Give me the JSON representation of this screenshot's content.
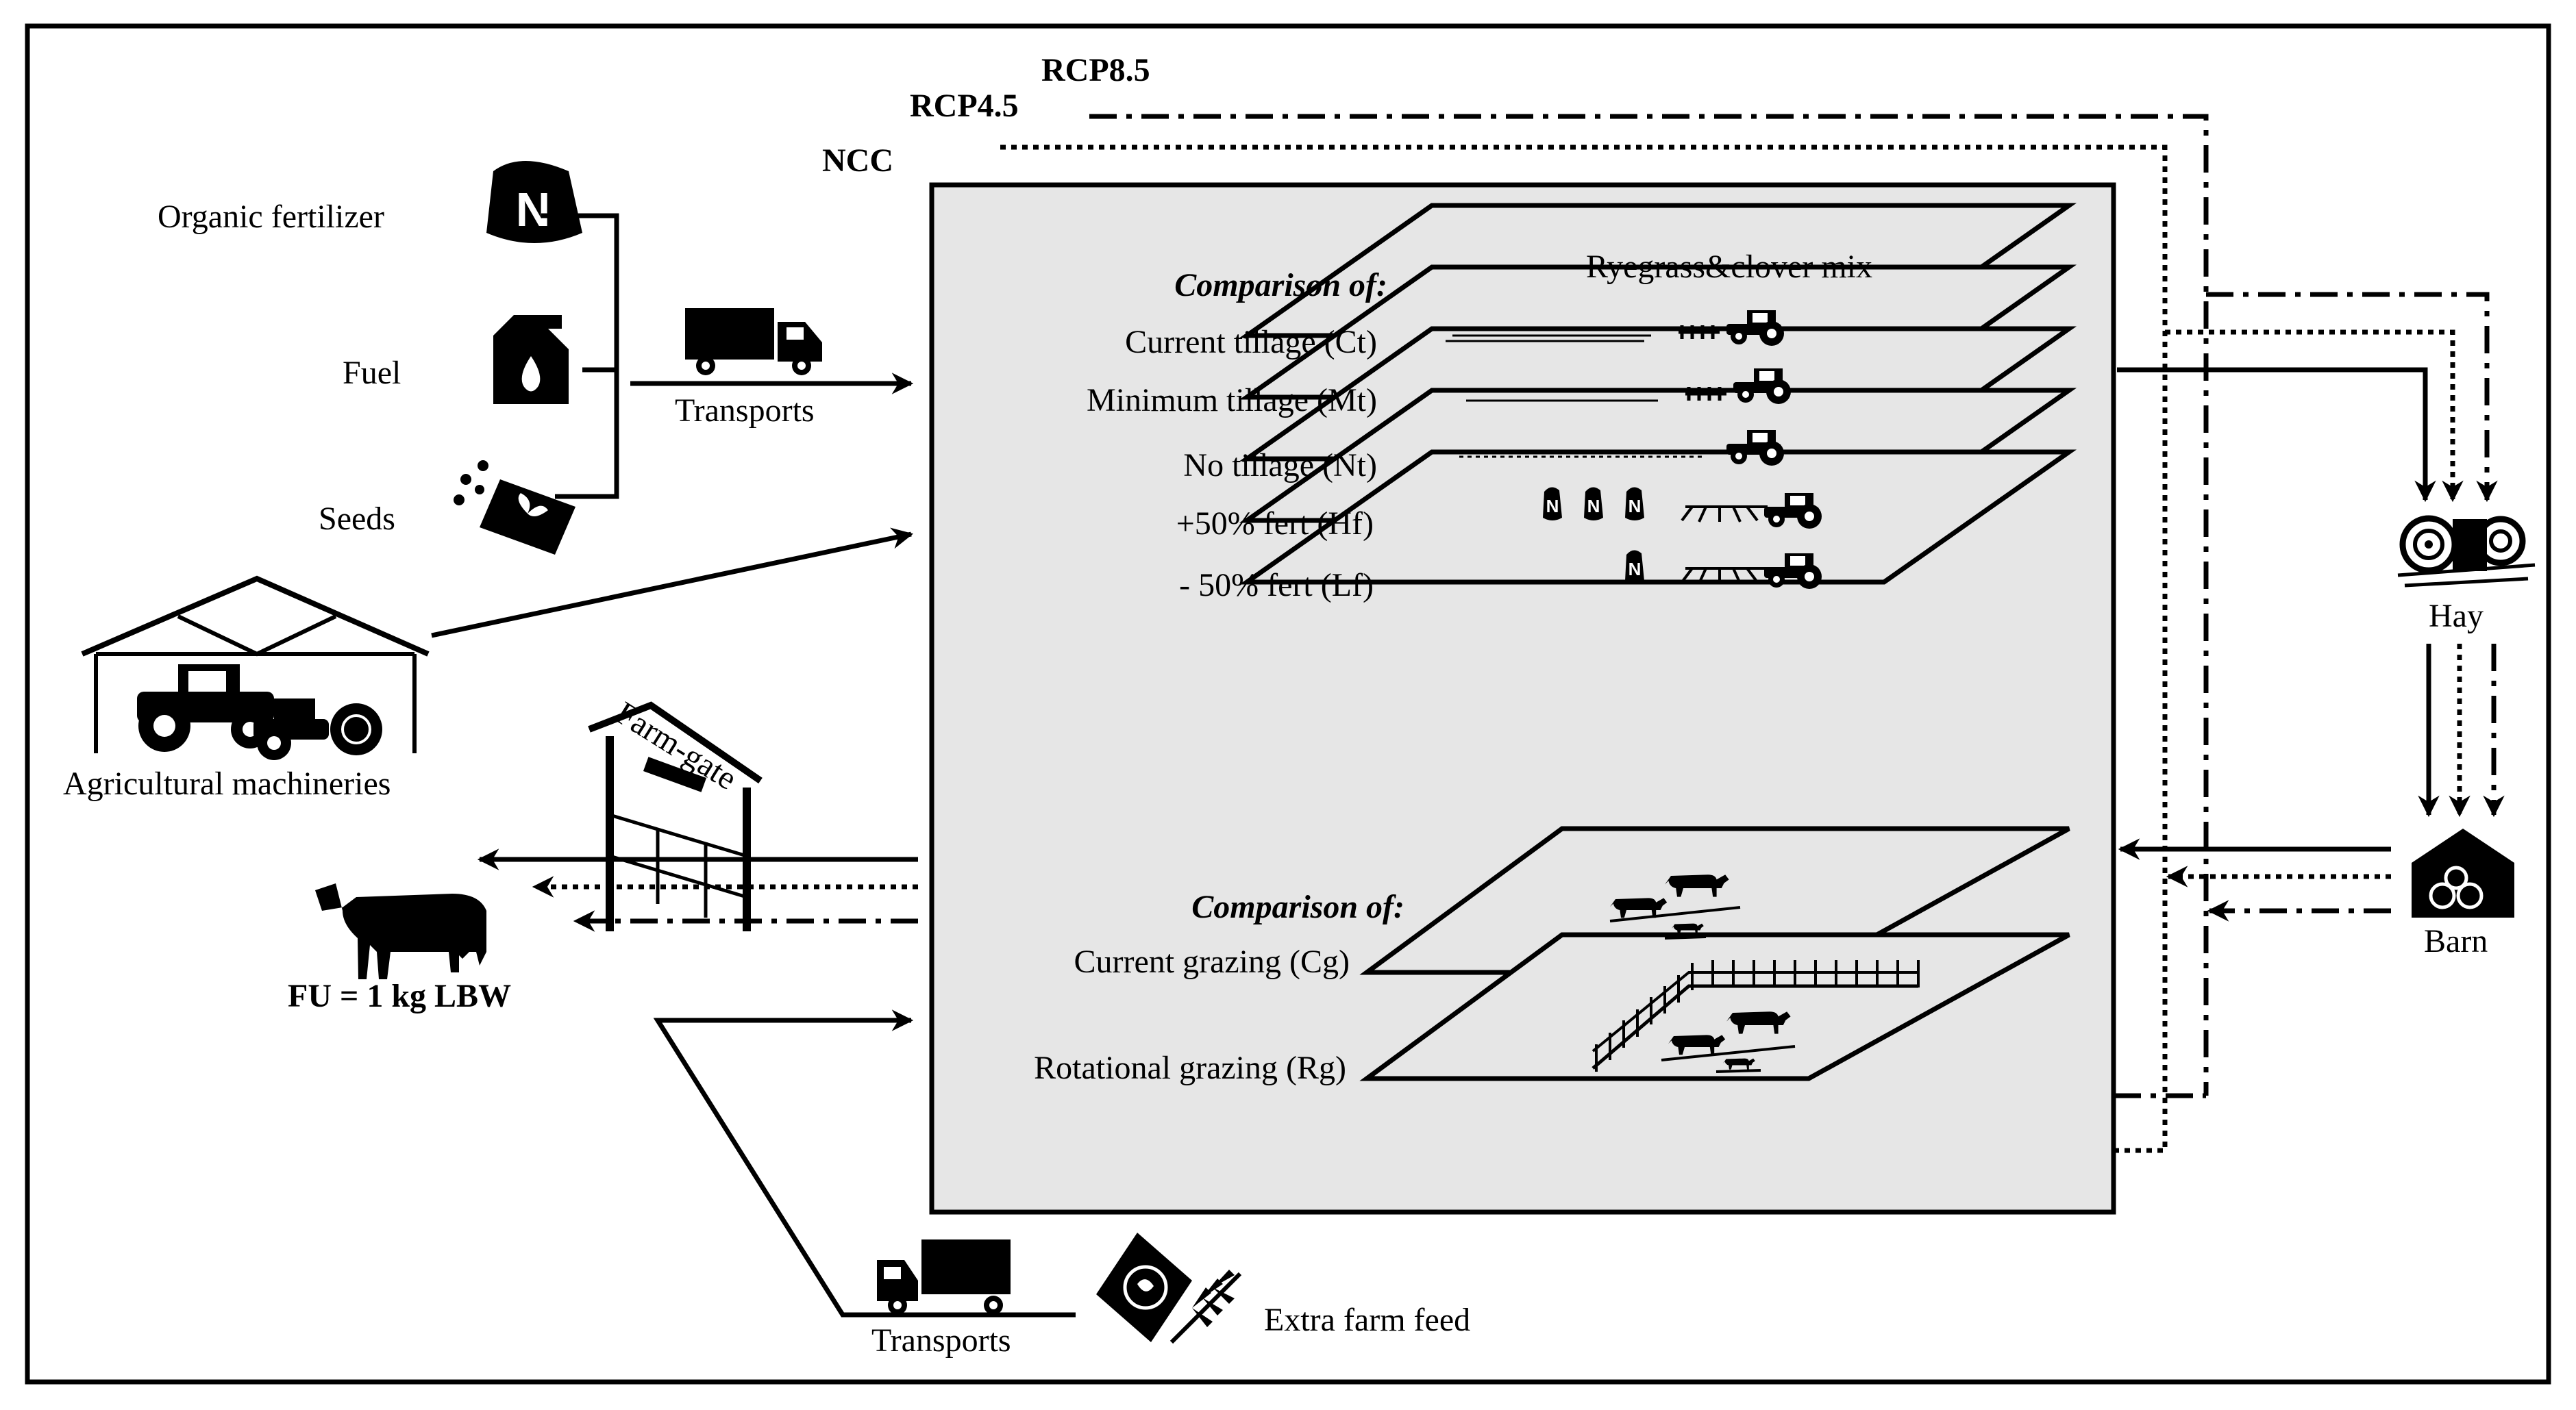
{
  "scenarios": {
    "rcp85": "RCP8.5",
    "rcp45": "RCP4.5",
    "ncc": "NCC"
  },
  "inputs": {
    "organic_fertilizer": "Organic fertilizer",
    "fuel": "Fuel",
    "seeds": "Seeds",
    "transports_top": "Transports",
    "agricultural_machineries": "Agricultural machineries",
    "farm_gate": "Farm-gate",
    "functional_unit": "FU = 1 kg LBW",
    "transports_bottom": "Transports",
    "extra_farm_feed": "Extra farm feed"
  },
  "tillage": {
    "heading": "Comparison of:",
    "crop": "Ryegrass&clover mix",
    "items": [
      "Current tillage (Ct)",
      "Minimum tillage (Mt)",
      "No tillage (Nt)",
      "+50% fert (Hf)",
      "- 50% fert (Lf)"
    ]
  },
  "grazing": {
    "heading": "Comparison of:",
    "items": [
      "Current grazing (Cg)",
      "Rotational grazing (Rg)"
    ]
  },
  "outputs": {
    "hay": "Hay",
    "barn": "Barn"
  },
  "icons": [
    "fertilizer-bag-icon",
    "fuel-can-icon",
    "seed-bag-icon",
    "truck-icon",
    "barn-shed-icon",
    "tractor-icon",
    "cow-icon",
    "hay-bales-icon",
    "barn-icon",
    "feed-bag-icon",
    "wheat-icon",
    "fence-icon"
  ]
}
